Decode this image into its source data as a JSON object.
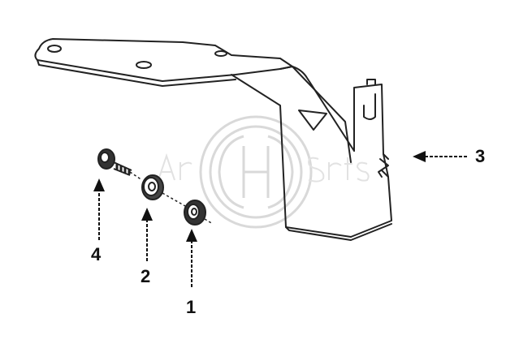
{
  "figure": {
    "background": "#ffffff",
    "line_color": "#222222",
    "watermark_color": "#d9d9d9"
  },
  "callouts": {
    "one": "1",
    "two": "2",
    "three": "3",
    "four": "4"
  },
  "parts": [
    {
      "callout": "1",
      "name": "washer-small-icon"
    },
    {
      "callout": "2",
      "name": "washer-large-icon"
    },
    {
      "callout": "3",
      "name": "mounting-bracket-icon"
    },
    {
      "callout": "4",
      "name": "bolt-icon"
    }
  ]
}
